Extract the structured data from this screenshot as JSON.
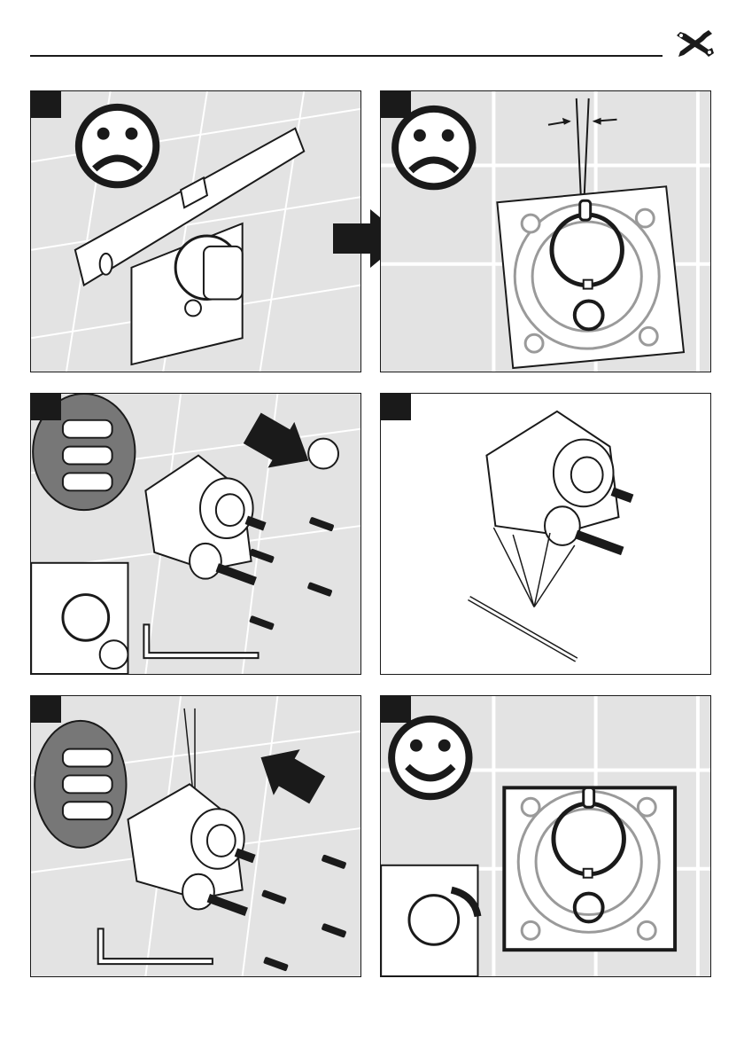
{
  "page": {
    "header_icon": "wrench-screwdriver-icon",
    "panels": [
      {
        "id": "p1",
        "badge": "",
        "mood": "sad-face-icon"
      },
      {
        "id": "p2",
        "badge": "",
        "mood": "sad-face-icon"
      },
      {
        "id": "p3",
        "badge": ""
      },
      {
        "id": "p4",
        "badge": ""
      },
      {
        "id": "p5",
        "badge": ""
      },
      {
        "id": "p6",
        "badge": "",
        "mood": "happy-face-icon"
      }
    ],
    "colors": {
      "ink": "#1a1a1a",
      "panel_bg": "#e3e3e3",
      "tile_line": "#ffffff",
      "part_gray": "#9a9a9a"
    }
  }
}
